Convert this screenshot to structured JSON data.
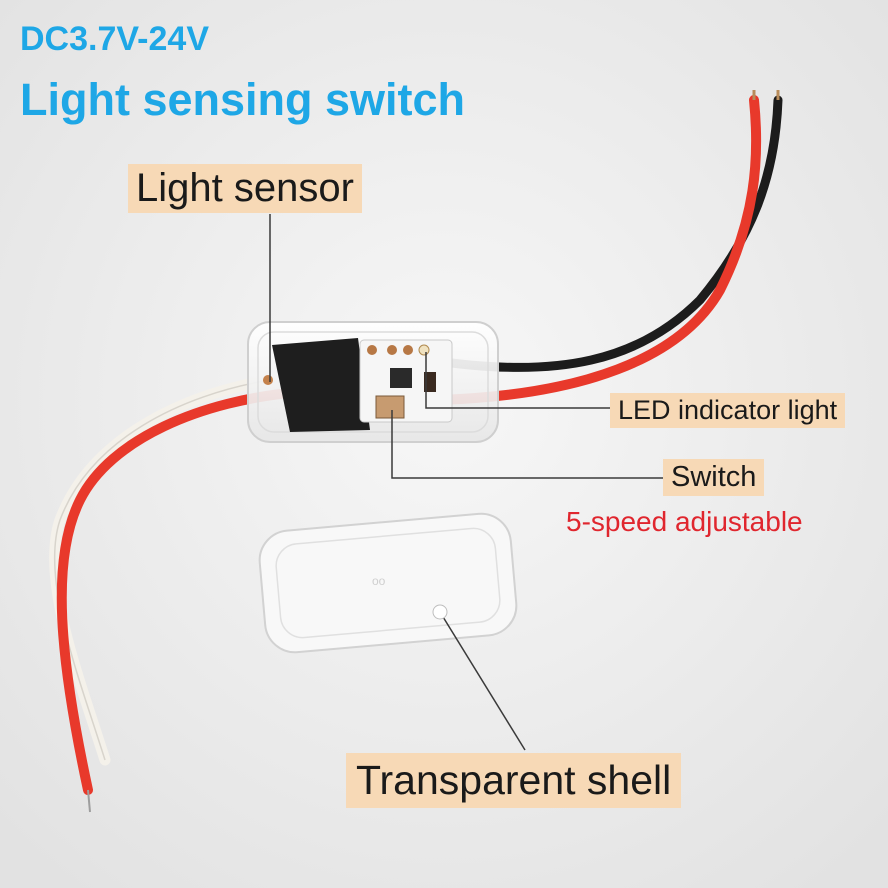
{
  "title": {
    "line1": "DC3.7V-24V",
    "line2": "Light sensing switch"
  },
  "labels": {
    "light_sensor": "Light sensor",
    "led_indicator": "LED indicator light",
    "switch": "Switch",
    "switch_note": "5-speed adjustable",
    "transparent_shell": "Transparent shell"
  },
  "colors": {
    "title": "#1ea7e6",
    "label_background": "#f7d9b6",
    "note_red": "#e0262e",
    "wire_red": "#e8392b",
    "wire_black": "#1c1c1c",
    "wire_white": "#f4f1ea"
  }
}
